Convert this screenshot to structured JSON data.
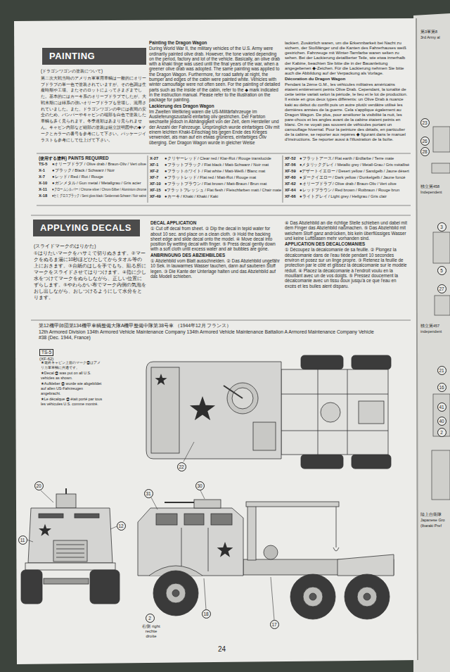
{
  "diagram": {
    "nodes": [
      {
        "text": [
          "PAINTING"
        ]
      },
      {
        "text": [
          "APPLYING DECALS"
        ]
      },
      {
        "text": [
          "TS-5",
          "(XF-62)"
        ]
      }
    ],
    "labels": [
      "(ドラゴンワゴンの塗装について)",
      "第二次大戦当時のアメリカ軍軍用車輌は一般的にオリーブドラブの単一色で塗装されていますが、その色調は生産時期や工場、またそのロットによってさまざまでした。基本的にはカーキ系のオリーブドラブでしたが、大戦末期には緑系の強いオリーブドラブも登場し、混用されていました。また、ドラゴンワゴンの中には夜間の安全のため、バンパーやキャビンの端部を白色で塗装した車輌も多く見られます。冬季迷彩はあまり見られません。キャビン内部など細部の塗装は組立説明図中の◆マークとカラーの番号を参考にして下さい。パッケージイラストも参考にして仕上げて下さい。",
      "Painting the Dragon Wagon",
      "During World War II, the military vehicles of the U.S. Army were ordinarily painted olive drab. However, the tone varied depending on the period, factory and lot of the vehicle. Basically, an olive drab with a khaki tinge was used until the final years of the war, when a greener olive drab was adopted. The same painting was applied to the Dragon Wagon. Furthermore, for road safety at night, the bumper and edges of the cabin were painted white. Vehicles with winter camouflage were not often seen. For the painting of detailed parts such as the inside of the cabin, refer to the ◆ mark indicated in the instruction manual. Please refer to the illustration on the package for painting.",
      "Lackierung des Dragon Wagon",
      "Im Zweiten Weltkrieg waren die US-Militärfahrzeuge im Auslieferungszustand einfarbig oliv gestrichen. Der Farbton wechselte jedoch in Abhängigkeit von der Zeit, dem Hersteller und der Anzahl der Fahrzeuge. Ursprünglich wurde einfarbiges Oliv mit einem leichten Khaki-Einschlag bis gegen Ende des Krieges verwendet, als man auf ein etwas grüneres, einfarbiges Oliv überging. Der Dragon Wagon wurde in gleicher Weise",
      "lackiert. Zusätzlich waren, um die Erkennbarkeit bei Nacht zu sichern, der Stoßfänger und die Kanten des Fahrerhauses weiß gestrichen. Fahrzeuge mit Winter-Tarnfarbe waren selten zu sehen. Bei der Lackierung detaillierter Teile, wie etwa innerhalb der Kabine, beachten Sie bitte die in der Bauanleitung angegebenen ◆-Zeichen. Für die Lackierung nehmen Sie bitte auch die Abbildung auf der Verpackung als Vorlage.",
      "Décoration du Dragon Wagon",
      "Pendant la 2ème G.M., les véhicules militaires américains étaient entièrement peints Olive Drab. Cependant, la tonalité de cette teinte variait selon la période, le lieu et le lot de production. Il existe en gros deux types différents: un Olive Drab à nuance kaki au début du conflit puis un autre plutôt verdâtre utilisé les dernières années de la guerre. Cela s'applique également au Dragon Wagon. De plus, pour améliorer la visibilité la nuit, les pare-chocs et les angles avant de la cabine étaient peints en blanc. On ne voyait pas souvent de véhicules portant un camouflage hivernal. Pour la peinture des détails, en particulier de la cabine, se reporter aux repères ◆ figurant dans le manuel d'instructions. Se reporter aussi à l'illustration de la boîte.",
      "(使用する塗料) PAINTS REQUIRED",
      "TS-5",
      "●オリーブドラブ / Olive drab / Braun-Oliv / Vert olive",
      "X-1",
      "●ブラック / Black / Schwarz / Noir",
      "X-7",
      "●レッド / Red / Rot / Rouge",
      "X-10",
      "●ガンメタル / Gun metal / Metallgrau / Gris acier",
      "X-11",
      "●クロームシルバー / Chrome silver / Chrom-Silber / Aluminium chromé",
      "X-18",
      "●セミグロスブラック / Semi gloss black / Seidenmatt-Schwarz / Noir satiné",
      "X-27",
      "●クリヤーレッド / Clear red / Klar-Rot / Rouge translucide",
      "XF-1",
      "●フラットブラック / Flat black / Matt-Schwarz / Noir mat",
      "XF-2",
      "●フラットホワイト / Flat white / Matt-Weiß / Blanc mat",
      "XF-7",
      "●フラットレッド / Flat red / Matt-Rot / Rouge mat",
      "XF-10",
      "●フラットブラウン / Flat brown / Matt-Braun / Brun mat",
      "XF-15",
      "●フラットフレッシュ / Flat flesh / Fleischfarben matt / Chair mate",
      "XF-49",
      "●カーキ / Khaki / Khaki / Kaki",
      "XF-52",
      "●フラットアース / Flat earth / Erdfarbe / Terre mate",
      "XF-56",
      "●メタリックグレイ / Metallic grey / Metall-Grau / Gris métallisé",
      "XF-59",
      "●デザートイエロー / Desert yellow / Sandgelb / Jaune désert",
      "XF-60",
      "●ダークイエロー / Dark yellow / Dunkelgelb / Jaune foncé",
      "XF-62",
      "●オリーブドラブ / Olive drab / Braun-Oliv / Vert olive",
      "XF-64",
      "●レッドブラウン / Red brown / Rotbraun / Rouge brun",
      "XF-66",
      "●ライトグレイ / Light grey / Hellgrau / Gris clair",
      "(スライドマークのはりかた)",
      "①はりたいマークをハサミで切りぬきます。②マークをぬるま湯に10秒ほどひたしてからタオル等の上におきます。③台紙のはしを手でもち、貼る所にマークをスライドさせてはりつけます。④指に少し水をつけてマークをぬらしながら、正しい位置にずらします。⑤やわらかい布でマーク内側の気泡をおし出しながら、おしつけるようにして水分をとります。",
      "DECAL APPLICATION",
      "① Cut off decal from sheet. ② Dip the decal in tepid water for about 10 sec. and place on a clean cloth. ③ Hold the backing sheet edge and slide decal onto the model. ④ Move decal into position by wetting decal with finger. ⑤ Press decal gently down with a soft cloth until excess water and air bubbles are gone.",
      "ANBRINGUNG DES ABZIEHBILDES",
      "① Abziehbild vom Blatt ausschneiden. ② Das Abziehbild ungefähr 10 Sek. in lauwarmes Wasser tauchen, dann auf sauberen Stoff legen. ③ Die Kante der Unterlage halten und das Abziehbild auf das Modell schieben.",
      "④ Das Abziehbild an die richtige Stelle schieben und dabei mit dem Finger das Abziehbild naßmachen. ⑤ Das Abziehbild mit weichem Stoff ganz andrücken, bis kein überflüssiges Wasser und keine Luftblasen mehr vorhanden sind.",
      "APPLICATION DES DECALCOMANIES",
      "① Découpez la décalcomanie de sa feuille. ② Plongez la décalcomanie dans de l'eau tiède pendant 10 secondes environ et posez sur un linge propre. ③ Retenez la feuille de protection par le côté et glissez la décalcomanie sur le modèle réduit. ④ Placez la décalcomanie à l'endroit voulu en la mouillant avec un de vos doigts. ⑤ Pressez doucement la décalcomanie avec un tissu doux jusqu'à ce que l'eau en excès et les bulles aient disparu.",
      "第12機甲師団第134機甲車輌整備大隊A機甲整備中隊第38号車 （1944年12月 フランス）",
      "12th Armored Division 134th Armored Vehicle Maintenance Company 134th Armored Vehicle Maintenance Battalion A Armored Maintenance Company Vehicle #38 (Dec. 1944, France)",
      "★最終キャビン上面のマーク㉒はアメリカ軍車輌に共通です。",
      "★Decal ㉒ was put on all U.S. vehicles as shown.",
      "★Aufkleber ㉒ wurde wie abgebildet auf allen US-Fahrzeugen angebracht.",
      "★Le décalque ㉒ était porté par tous les véhicules U.S. comme montré.",
      "22",
      "20",
      "11",
      "12",
      "31",
      "30",
      "18",
      "17",
      "2",
      "右側 right rechte droite",
      "24",
      "第3軍第8",
      "3rd Army al",
      "23",
      "26",
      "28",
      "独立第458",
      "Independent",
      "3",
      "5",
      "27",
      "独立第457",
      "independent",
      "21",
      "16",
      "41",
      "40",
      "2",
      "陸上自衛隊",
      "Japanese Gro",
      "(Ibaraki Pref"
    ]
  }
}
